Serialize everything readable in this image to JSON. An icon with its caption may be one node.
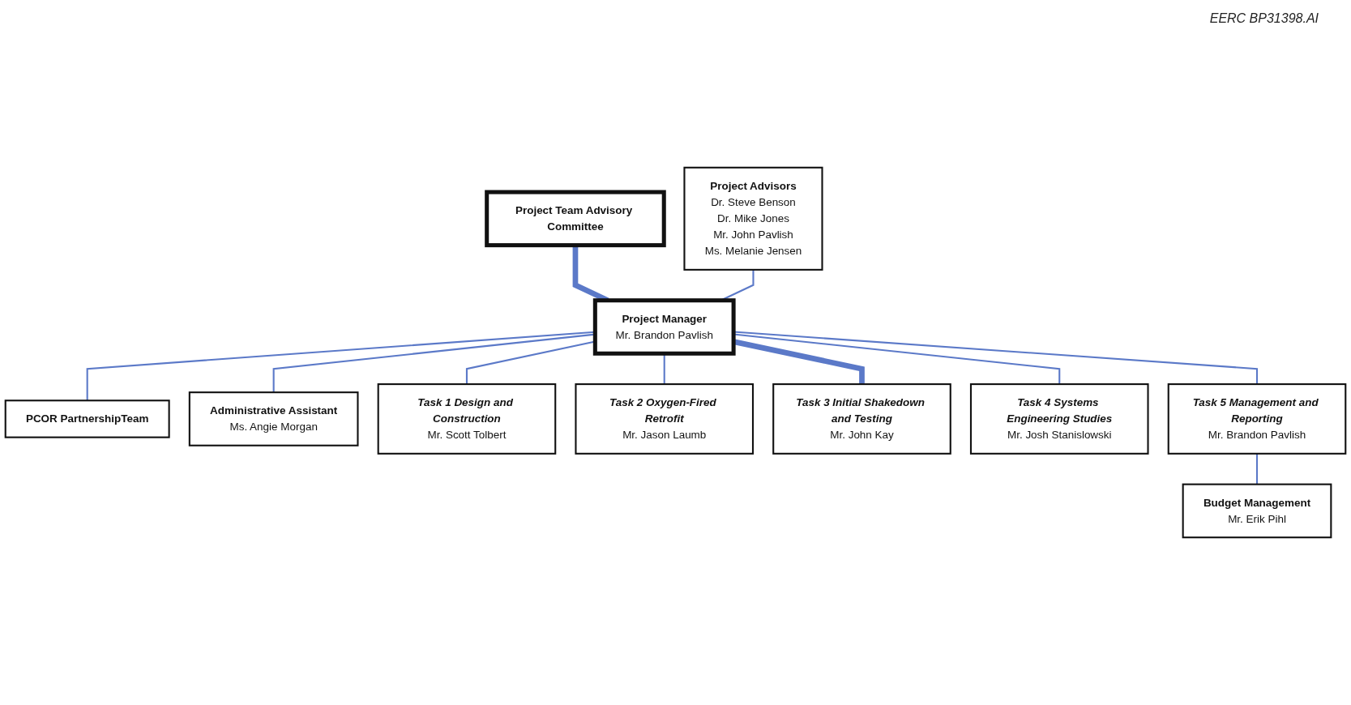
{
  "diagram": {
    "nodes": [
      {
        "text": [
          "Project Team Advisory Committee"
        ]
      },
      {
        "text": [
          "Project Advisors",
          "Dr. Steve Benson",
          "Dr. Mike Jones",
          "Mr. John Pavlish",
          "Ms. Melanie Jensen"
        ]
      },
      {
        "text": [
          "Project Manager",
          "Mr. Brandon Pavlish"
        ]
      },
      {
        "text": [
          "PCOR PartnershipTeam"
        ]
      },
      {
        "text": [
          "Administrative Assistant",
          "Ms. Angie Morgan"
        ]
      },
      {
        "text": [
          "Task 1 Design and Construction",
          "Mr. Scott Tolbert"
        ]
      },
      {
        "text": [
          "Task 2 Oxygen-Fired Retrofit",
          "Mr. Jason Laumb"
        ]
      },
      {
        "text": [
          "Task 3 Initial Shakedown and Testing",
          "Mr. John Kay"
        ]
      },
      {
        "text": [
          "Task 4 Systems Engineering Studies",
          "Mr. Josh Stanislowski"
        ]
      },
      {
        "text": [
          "Task 5 Management and Reporting",
          "Mr. Brandon Pavlish"
        ]
      },
      {
        "text": [
          "Budget Management",
          "Mr. Erik Pihl"
        ]
      }
    ],
    "edges": [
      {
        "from": 0,
        "to": 2,
        "arrow": "none",
        "style": "thick"
      },
      {
        "from": 1,
        "to": 2,
        "arrow": "none"
      },
      {
        "from": 2,
        "to": 3,
        "arrow": "none"
      },
      {
        "from": 2,
        "to": 4,
        "arrow": "none"
      },
      {
        "from": 2,
        "to": 5,
        "arrow": "none"
      },
      {
        "from": 2,
        "to": 6,
        "arrow": "none"
      },
      {
        "from": 2,
        "to": 7,
        "arrow": "none",
        "style": "thick"
      },
      {
        "from": 2,
        "to": 8,
        "arrow": "none"
      },
      {
        "from": 2,
        "to": 9,
        "arrow": "none"
      },
      {
        "from": 9,
        "to": 10,
        "arrow": "none"
      }
    ],
    "labels": [
      "EERC BP31398.AI"
    ]
  }
}
